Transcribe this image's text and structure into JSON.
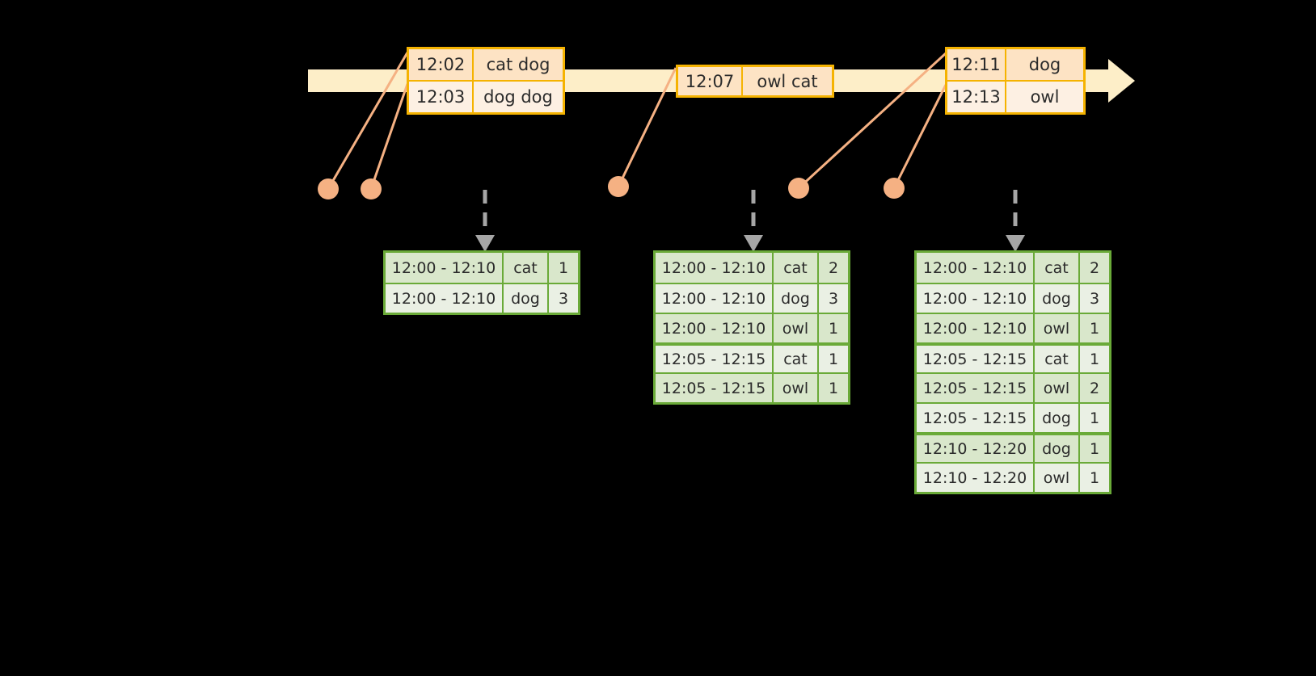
{
  "diagram": {
    "timeline": {
      "label": "event-stream-timeline",
      "color": "#fdeec8"
    },
    "events": [
      {
        "id": "event-group-1",
        "rows": [
          {
            "time": "12:02",
            "words": "cat dog"
          },
          {
            "time": "12:03",
            "words": "dog dog"
          }
        ]
      },
      {
        "id": "event-group-2",
        "rows": [
          {
            "time": "12:07",
            "words": "owl cat"
          }
        ]
      },
      {
        "id": "event-group-3",
        "rows": [
          {
            "time": "12:11",
            "words": "dog"
          },
          {
            "time": "12:13",
            "words": "owl"
          }
        ]
      }
    ],
    "results": [
      {
        "id": "result-table-1",
        "rows": [
          {
            "window": "12:00 - 12:10",
            "word": "cat",
            "count": "1",
            "group": 0
          },
          {
            "window": "12:00 - 12:10",
            "word": "dog",
            "count": "3",
            "group": 0
          }
        ]
      },
      {
        "id": "result-table-2",
        "rows": [
          {
            "window": "12:00 - 12:10",
            "word": "cat",
            "count": "2",
            "group": 0
          },
          {
            "window": "12:00 - 12:10",
            "word": "dog",
            "count": "3",
            "group": 0
          },
          {
            "window": "12:00 - 12:10",
            "word": "owl",
            "count": "1",
            "group": 0
          },
          {
            "window": "12:05 - 12:15",
            "word": "cat",
            "count": "1",
            "group": 1
          },
          {
            "window": "12:05 - 12:15",
            "word": "owl",
            "count": "1",
            "group": 1
          }
        ]
      },
      {
        "id": "result-table-3",
        "rows": [
          {
            "window": "12:00 - 12:10",
            "word": "cat",
            "count": "2",
            "group": 0
          },
          {
            "window": "12:00 - 12:10",
            "word": "dog",
            "count": "3",
            "group": 0
          },
          {
            "window": "12:00 - 12:10",
            "word": "owl",
            "count": "1",
            "group": 0
          },
          {
            "window": "12:05 - 12:15",
            "word": "cat",
            "count": "1",
            "group": 1
          },
          {
            "window": "12:05 - 12:15",
            "word": "owl",
            "count": "2",
            "group": 1
          },
          {
            "window": "12:05 - 12:15",
            "word": "dog",
            "count": "1",
            "group": 1
          },
          {
            "window": "12:10 - 12:20",
            "word": "dog",
            "count": "1",
            "group": 2
          },
          {
            "window": "12:10 - 12:20",
            "word": "owl",
            "count": "1",
            "group": 2
          }
        ]
      }
    ],
    "colors": {
      "background": "#000000",
      "timeline_fill": "#fdeec8",
      "event_border": "#f5b301",
      "event_fill_dark": "#fde3c4",
      "event_fill_light": "#fdf0e3",
      "result_border": "#6aaa38",
      "result_fill_dark": "#d9e7cb",
      "result_fill_light": "#eaf0e4",
      "connector": "#f5b183",
      "flow_arrow": "#a6a6a6"
    }
  }
}
